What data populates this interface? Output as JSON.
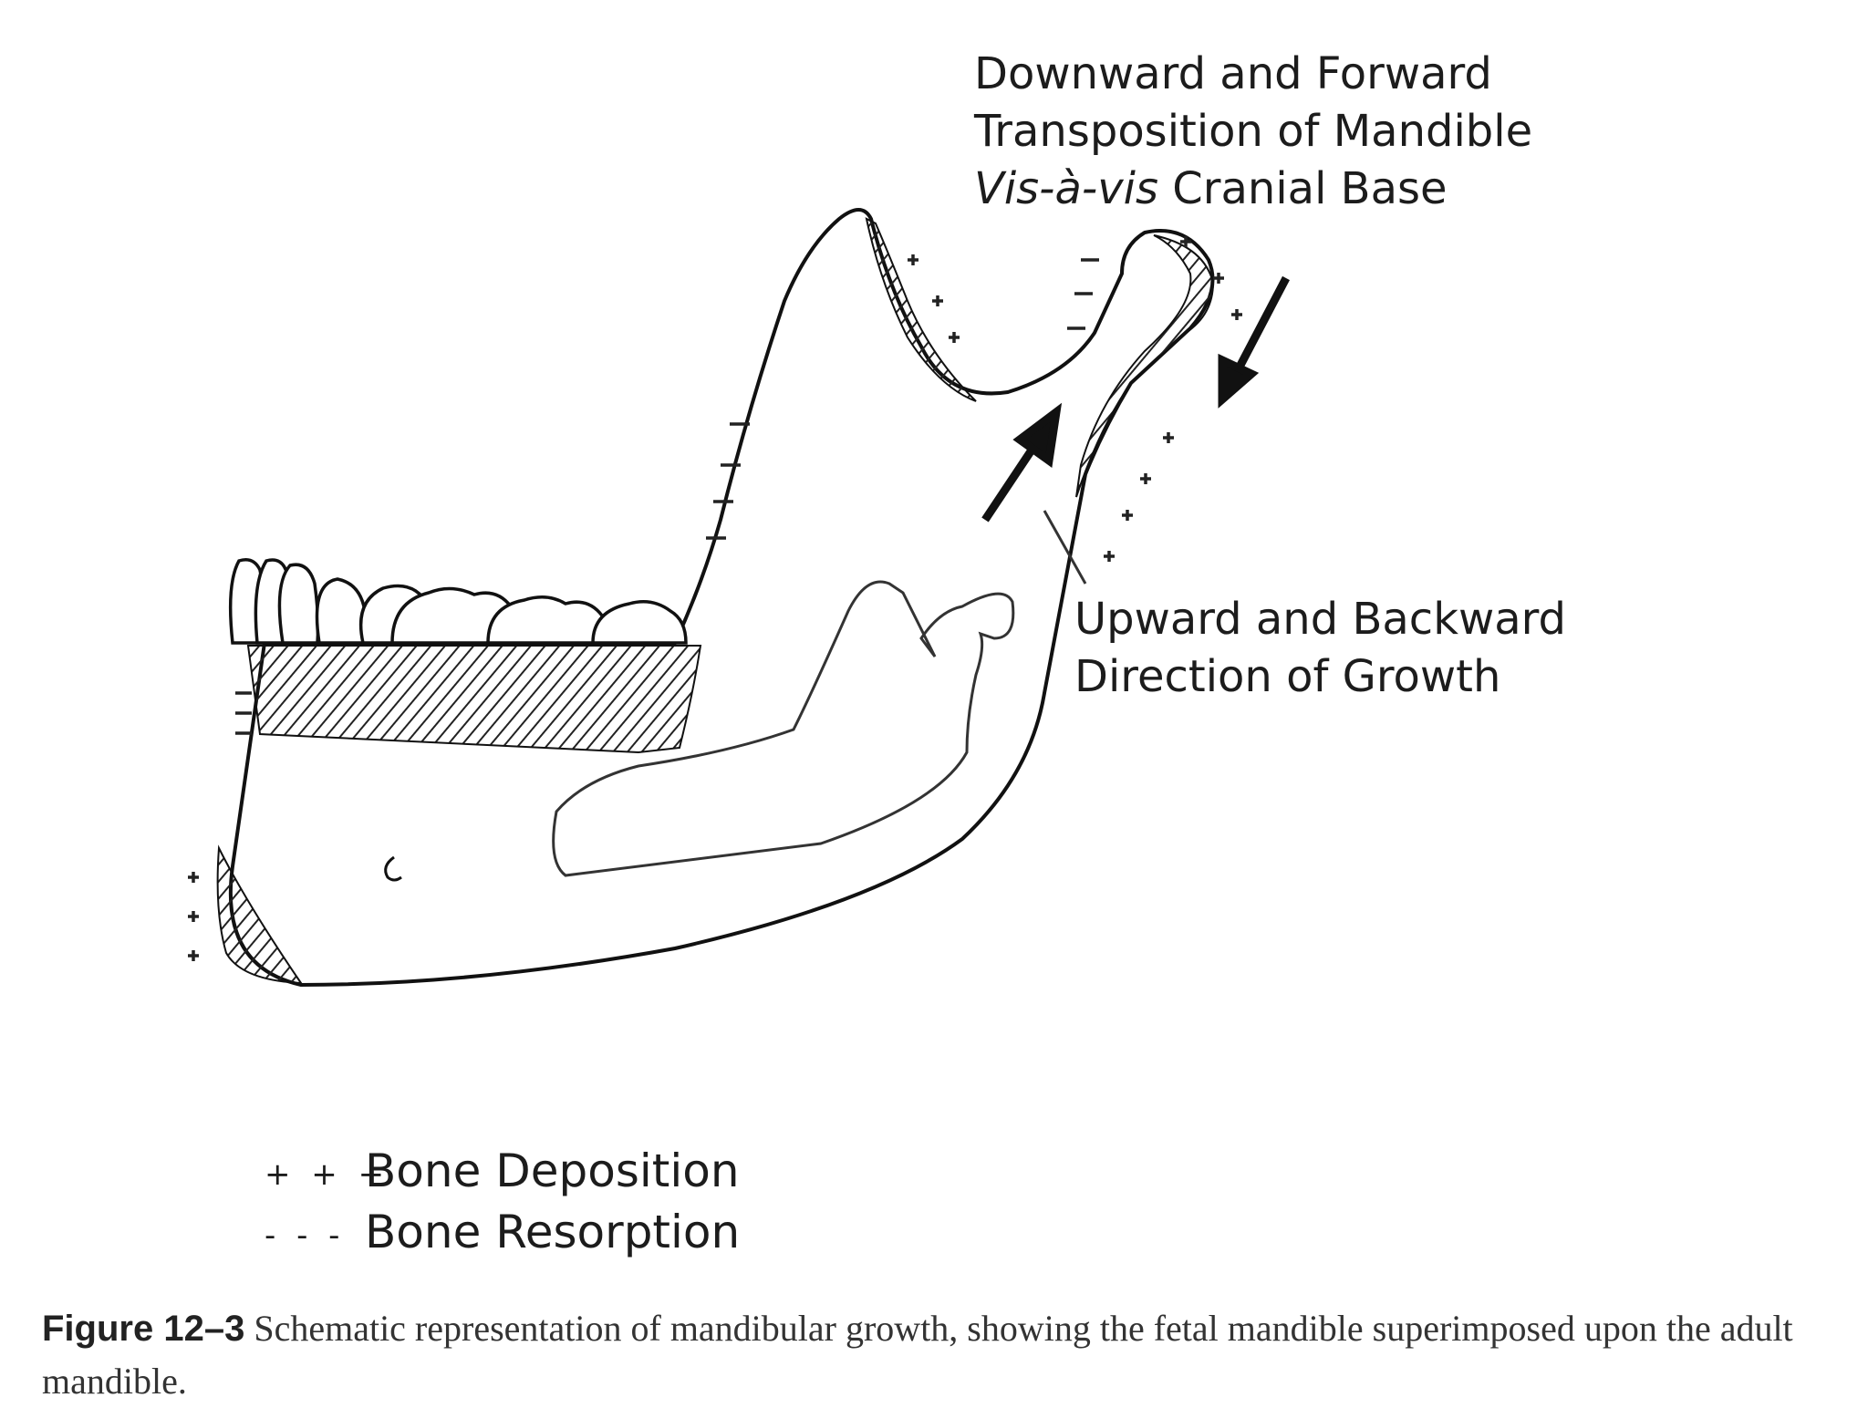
{
  "labels": {
    "top_line1": "Downward and Forward",
    "top_line2": "Transposition of Mandible",
    "top_line3_italic": "Vis-à-vis",
    "top_line3_rest": " Cranial Base",
    "right_line1": "Upward and Backward",
    "right_line2": "Direction of Growth"
  },
  "legend": {
    "deposition_symbol": "+ + +",
    "deposition_label": "Bone Deposition",
    "resorption_symbol": "- - -",
    "resorption_label": "Bone Resorption"
  },
  "caption": {
    "figure_number": "Figure 12–3",
    "text": " Schematic representation of mandibular growth, showing the fetal mandible superimposed upon the adult mandible."
  },
  "colors": {
    "line": "#111111",
    "hatch": "#222222",
    "caption": "#333333"
  }
}
